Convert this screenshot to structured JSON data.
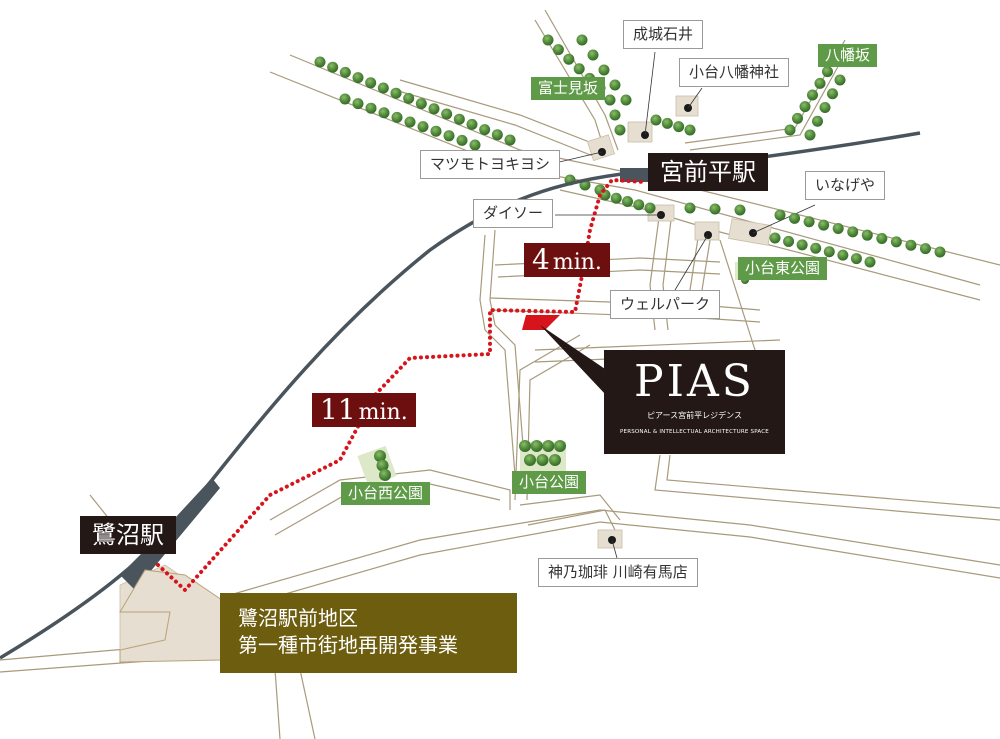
{
  "map": {
    "stations": [
      {
        "name": "宮前平駅"
      },
      {
        "name": "鷺沼駅"
      }
    ],
    "walk_times": [
      {
        "value": "4",
        "unit": "min."
      },
      {
        "value": "11",
        "unit": "min."
      }
    ],
    "property": {
      "logo": "PIAS",
      "subtitle": "ピアース宮前平レジデンス",
      "tagline": "PERSONAL & INTELLECTUAL ARCHITECTURE SPACE"
    },
    "development": {
      "line1": "鷺沼駅前地区",
      "line2": "第一種市街地再開発事業"
    },
    "landmarks": [
      {
        "name": "成城石井"
      },
      {
        "name": "小台八幡神社"
      },
      {
        "name": "マツモトヨキヨシ"
      },
      {
        "name": "ダイソー"
      },
      {
        "name": "いなげや"
      },
      {
        "name": "ウェルパーク"
      },
      {
        "name": "神乃珈琲 川崎有馬店"
      }
    ],
    "green_labels": [
      {
        "name": "富士見坂"
      },
      {
        "name": "八幡坂"
      },
      {
        "name": "小台東公園"
      },
      {
        "name": "小台西公園"
      },
      {
        "name": "小台公園"
      }
    ],
    "colors": {
      "route": "#d7141b",
      "station_box": "#231816",
      "time_box": "#6e0f0f",
      "green": "#5e9a47",
      "development": "#6d5d0f",
      "rail": "#4a545c",
      "road": "#a89a7c",
      "building": "#e6ded0"
    }
  }
}
